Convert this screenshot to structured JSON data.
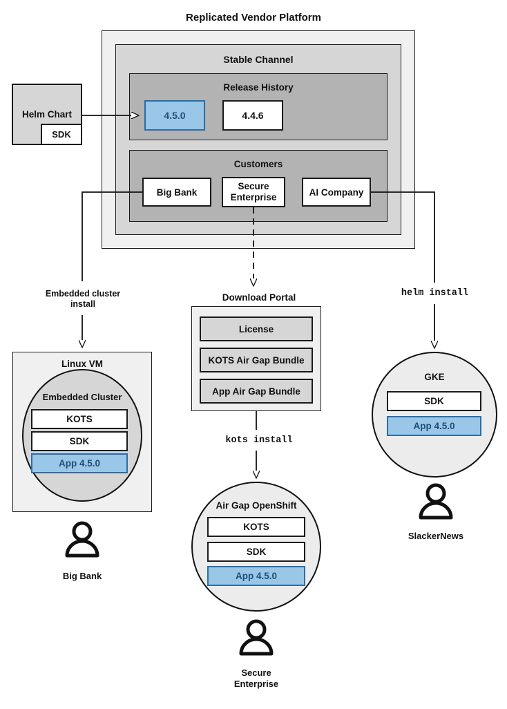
{
  "title": "Replicated Vendor Platform",
  "vendor_platform": {
    "channel": {
      "label": "Stable Channel",
      "release_history": {
        "label": "Release History",
        "releases": [
          {
            "version": "4.5.0",
            "highlighted": true
          },
          {
            "version": "4.4.6",
            "highlighted": false
          }
        ]
      },
      "customers": {
        "label": "Customers",
        "items": [
          {
            "name": "Big Bank"
          },
          {
            "name": "Secure\nEnterprise"
          },
          {
            "name": "AI Company"
          }
        ]
      }
    }
  },
  "helm_chart": {
    "label": "Helm Chart",
    "sdk_label": "SDK"
  },
  "edges": [
    {
      "id": "helm-to-release",
      "label": ""
    },
    {
      "id": "bigbank-to-linuxvm",
      "label": "Embedded cluster\ninstall",
      "style": "solid"
    },
    {
      "id": "secure-to-portal",
      "label": "",
      "style": "dashed"
    },
    {
      "id": "portal-to-openshift",
      "label": "kots install",
      "style": "solid",
      "mono": true
    },
    {
      "id": "aicompany-to-gke",
      "label": "helm install",
      "style": "solid",
      "mono": true
    }
  ],
  "download_portal": {
    "label": "Download Portal",
    "items": [
      {
        "name": "License"
      },
      {
        "name": "KOTS Air Gap Bundle"
      },
      {
        "name": "App Air Gap Bundle"
      }
    ]
  },
  "targets": [
    {
      "id": "linux-vm",
      "label": "Linux VM",
      "inner_label": "Embedded Cluster",
      "components": [
        {
          "name": "KOTS",
          "highlighted": false
        },
        {
          "name": "SDK",
          "highlighted": false
        },
        {
          "name": "App 4.5.0",
          "highlighted": true
        }
      ],
      "customer": "Big Bank"
    },
    {
      "id": "air-gap-openshift",
      "label": "Air Gap OpenShift",
      "components": [
        {
          "name": "KOTS",
          "highlighted": false
        },
        {
          "name": "SDK",
          "highlighted": false
        },
        {
          "name": "App 4.5.0",
          "highlighted": true
        }
      ],
      "customer": "Secure\nEnterprise"
    },
    {
      "id": "gke",
      "label": "GKE",
      "components": [
        {
          "name": "SDK",
          "highlighted": false
        },
        {
          "name": "App 4.5.0",
          "highlighted": true
        }
      ],
      "customer": "SlackerNews"
    }
  ],
  "colors": {
    "highlight_fill": "#9ac7e8",
    "highlight_border": "#2a6da8",
    "highlight_text": "#1f4e79",
    "outer_fill": "#f0f0f0",
    "mid_fill": "#d6d6d6",
    "inner_fill": "#b3b3b3",
    "stroke": "#1a1a1a"
  }
}
